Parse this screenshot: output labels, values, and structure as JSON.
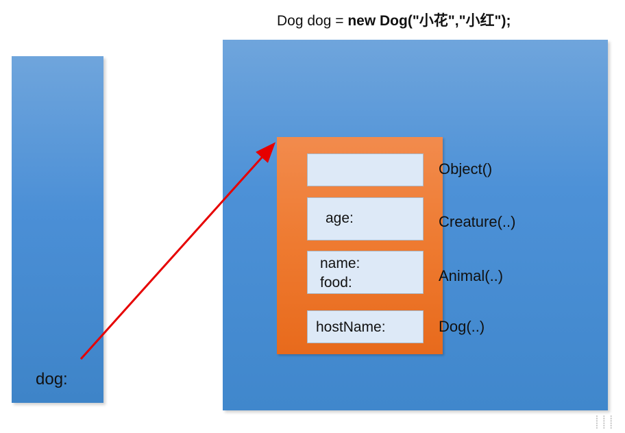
{
  "title": {
    "prefix": "Dog dog = ",
    "code_bold": "new Dog(\"小花\",\"小红\");"
  },
  "stack": {
    "variable": "dog:"
  },
  "heap": {
    "fields": {
      "object": "",
      "creature": "age:",
      "animal_name": "name:",
      "animal_food": "food:",
      "dog": "hostName:"
    },
    "constructors": {
      "object": "Object()",
      "creature": "Creature(..)",
      "animal": "Animal(..)",
      "dog": "Dog(..)"
    }
  },
  "colors": {
    "stack_and_heap": "#4d91d7",
    "object_box": "#ee7a30",
    "field_box": "#dde9f7",
    "reference_arrow": "#e60000"
  }
}
